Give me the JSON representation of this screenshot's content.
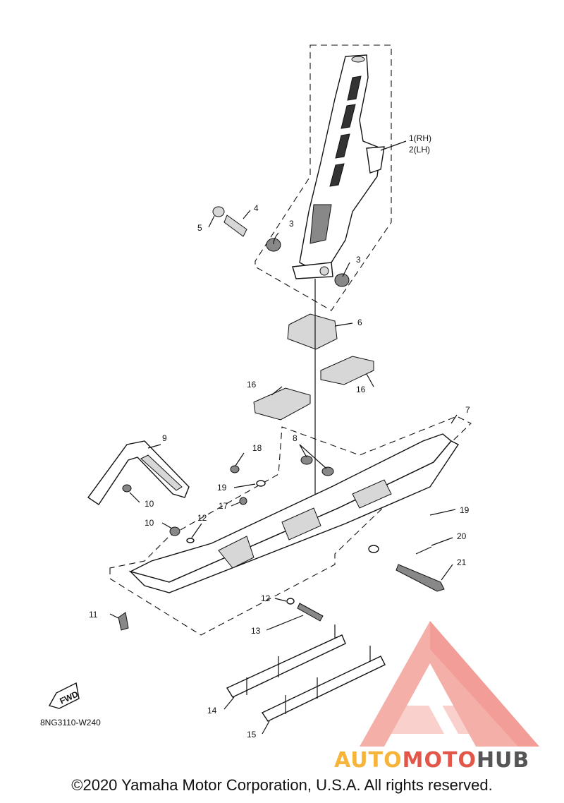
{
  "callouts": [
    {
      "id": "c1",
      "label": "1(RH)"
    },
    {
      "id": "c2",
      "label": "2(LH)"
    },
    {
      "id": "c3a",
      "label": "3"
    },
    {
      "id": "c3b",
      "label": "3"
    },
    {
      "id": "c4",
      "label": "4"
    },
    {
      "id": "c5",
      "label": "5"
    },
    {
      "id": "c6",
      "label": "6"
    },
    {
      "id": "c7",
      "label": "7"
    },
    {
      "id": "c8",
      "label": "8"
    },
    {
      "id": "c9",
      "label": "9"
    },
    {
      "id": "c10a",
      "label": "10"
    },
    {
      "id": "c10b",
      "label": "10"
    },
    {
      "id": "c11",
      "label": "11"
    },
    {
      "id": "c12a",
      "label": "12"
    },
    {
      "id": "c12b",
      "label": "12"
    },
    {
      "id": "c13",
      "label": "13"
    },
    {
      "id": "c14",
      "label": "14"
    },
    {
      "id": "c15",
      "label": "15"
    },
    {
      "id": "c16a",
      "label": "16"
    },
    {
      "id": "c16b",
      "label": "16"
    },
    {
      "id": "c17",
      "label": "17"
    },
    {
      "id": "c18",
      "label": "18"
    },
    {
      "id": "c19a",
      "label": "19"
    },
    {
      "id": "c19b",
      "label": "19"
    },
    {
      "id": "c20",
      "label": "20"
    },
    {
      "id": "c21",
      "label": "21"
    }
  ],
  "fwd_label": "FWD",
  "diagram_code": "8NG3110-W240",
  "brand": {
    "part1": "AUTO",
    "part2": "MOTO",
    "part3": "HUB"
  },
  "copyright": "©2020 Yamaha Motor Corporation, U.S.A. All rights reserved.",
  "colors": {
    "logo_triangle": "#f4a29b",
    "brand_auto": "#f6b43a",
    "brand_moto": "#e3574b",
    "brand_hub": "#555555"
  }
}
